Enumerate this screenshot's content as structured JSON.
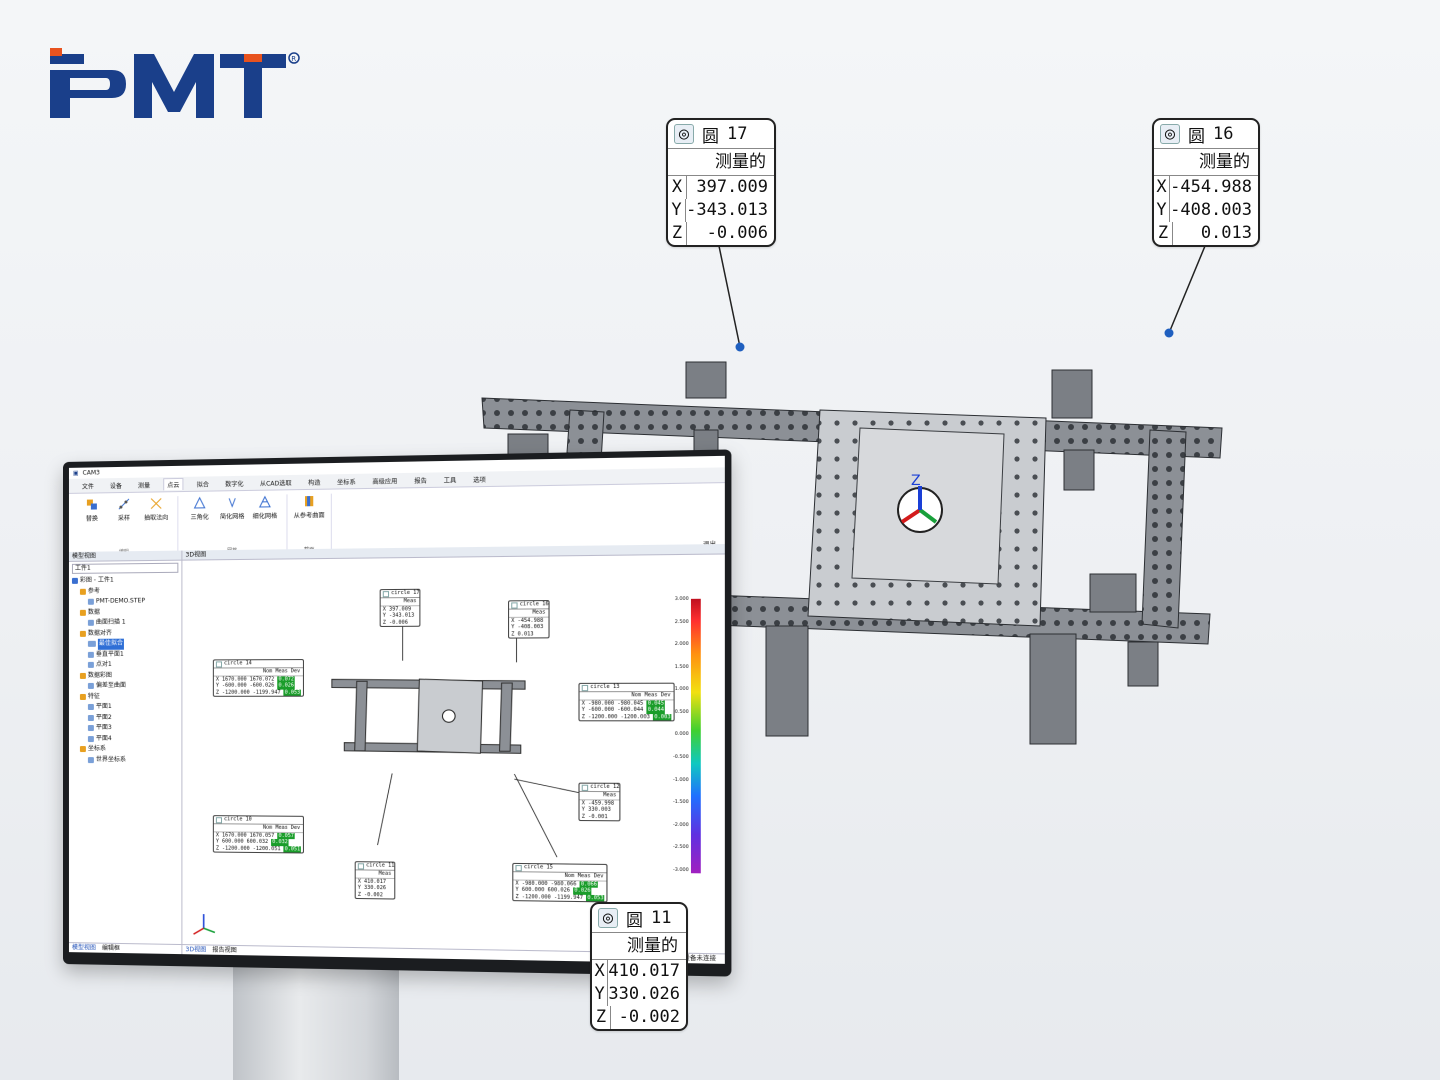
{
  "brand": {
    "logo_text": "PMT",
    "registered": "®",
    "color": "#1a3f8a",
    "accent": "#e8531f"
  },
  "callouts": [
    {
      "id": "c17",
      "title_glyph": "圆",
      "number": "17",
      "subtitle": "测量的",
      "rows": [
        {
          "k": "X",
          "v": "397.009"
        },
        {
          "k": "Y",
          "v": "-343.013"
        },
        {
          "k": "Z",
          "v": "-0.006"
        }
      ]
    },
    {
      "id": "c16",
      "title_glyph": "圆",
      "number": "16",
      "subtitle": "测量的",
      "rows": [
        {
          "k": "X",
          "v": "-454.988"
        },
        {
          "k": "Y",
          "v": "-408.003"
        },
        {
          "k": "Z",
          "v": "0.013"
        }
      ]
    },
    {
      "id": "c11",
      "title_glyph": "圆",
      "number": "11",
      "subtitle": "测量的",
      "rows": [
        {
          "k": "X",
          "v": "410.017"
        },
        {
          "k": "Y",
          "v": "330.026"
        },
        {
          "k": "Z",
          "v": "-0.002"
        }
      ]
    }
  ],
  "app": {
    "title": "CAM3",
    "menu": [
      "文件",
      "设备",
      "测量",
      "点云",
      "拟合",
      "数字化",
      "从CAD选取",
      "构造",
      "坐标系",
      "高级应用",
      "报告",
      "工具",
      "选项"
    ],
    "active_menu": "点云",
    "ribbon_groups": [
      {
        "label": "编辑",
        "buttons": [
          "替换",
          "采样",
          "抽取法向"
        ]
      },
      {
        "label": "网格",
        "buttons": [
          "三角化",
          "简化网格",
          "细化网格"
        ]
      },
      {
        "label": "截面",
        "buttons": [
          "从参考曲面"
        ]
      }
    ],
    "ribbon_right": "退出",
    "tree": {
      "header": "模型视图",
      "combo": "工件1",
      "items": [
        {
          "text": "彩图 - 工件1",
          "level": 0
        },
        {
          "text": "参考",
          "level": 1
        },
        {
          "text": "PMT-DEMO.STEP",
          "level": 2
        },
        {
          "text": "数据",
          "level": 1
        },
        {
          "text": "曲面扫描 1",
          "level": 2
        },
        {
          "text": "数据对齐",
          "level": 1
        },
        {
          "text": "最佳拟合",
          "level": 2,
          "selected": true
        },
        {
          "text": "垂直平面1",
          "level": 2
        },
        {
          "text": "点对1",
          "level": 2
        },
        {
          "text": "数据彩图",
          "level": 1
        },
        {
          "text": "偏差至曲面",
          "level": 2
        },
        {
          "text": "特征",
          "level": 1
        },
        {
          "text": "平面1",
          "level": 2
        },
        {
          "text": "平面2",
          "level": 2
        },
        {
          "text": "平面3",
          "level": 2
        },
        {
          "text": "平面4",
          "level": 2
        },
        {
          "text": "坐标系",
          "level": 1
        },
        {
          "text": "世界坐标系",
          "level": 2
        }
      ],
      "tabs": [
        "模型视图",
        "编辑框"
      ]
    },
    "view": {
      "header": "3D视图",
      "tabs": [
        "3D视图",
        "报告视图"
      ],
      "status_right": "设备未连接",
      "scale_ticks": [
        "3.000",
        "2.500",
        "2.000",
        "1.500",
        "1.000",
        "0.500",
        "0.000",
        "-0.500",
        "-1.000",
        "-1.500",
        "-2.000",
        "-2.500",
        "-3.000"
      ],
      "mini_callouts": [
        {
          "title": "circle 17",
          "cap": "Meas",
          "rows": [
            [
              "X",
              "397.009"
            ],
            [
              "Y",
              "-343.013"
            ],
            [
              "Z",
              "-0.006"
            ]
          ]
        },
        {
          "title": "circle 16",
          "cap": "Meas",
          "rows": [
            [
              "X",
              "-454.988"
            ],
            [
              "Y",
              "-408.003"
            ],
            [
              "Z",
              "0.013"
            ]
          ]
        },
        {
          "title": "circle 14",
          "cap": "Nom   Meas   Dev",
          "rows": [
            [
              "X",
              "1670.000  1670.072",
              "0.072"
            ],
            [
              "Y",
              "-600.000  -600.026",
              "0.026"
            ],
            [
              "Z",
              "-1200.000 -1199.947",
              "0.053"
            ]
          ]
        },
        {
          "title": "circle 13",
          "cap": "Nom   Meas   Dev",
          "rows": [
            [
              "X",
              "-980.000  -980.045",
              "0.045"
            ],
            [
              "Y",
              "-600.000  -600.044",
              "0.044"
            ],
            [
              "Z",
              "-1200.000 -1200.003",
              "0.003"
            ]
          ]
        },
        {
          "title": "circle 12",
          "cap": "Meas",
          "rows": [
            [
              "X",
              "-459.998"
            ],
            [
              "Y",
              "330.003"
            ],
            [
              "Z",
              "-0.001"
            ]
          ]
        },
        {
          "title": "circle 10",
          "cap": "Nom   Meas   Dev",
          "rows": [
            [
              "X",
              "1670.000  1670.057",
              "0.057"
            ],
            [
              "Y",
              "600.000  600.032",
              "0.032"
            ],
            [
              "Z",
              "-1200.000 -1200.051",
              "0.051"
            ]
          ]
        },
        {
          "title": "circle 11",
          "cap": "Meas",
          "rows": [
            [
              "X",
              "410.017"
            ],
            [
              "Y",
              "330.026"
            ],
            [
              "Z",
              "-0.002"
            ]
          ]
        },
        {
          "title": "circle 15",
          "cap": "Nom   Meas   Dev",
          "rows": [
            [
              "X",
              "-980.000  -980.066",
              "0.066"
            ],
            [
              "Y",
              "600.000  600.026",
              "0.026"
            ],
            [
              "Z",
              "-1200.000 -1199.947",
              "0.053"
            ]
          ]
        }
      ]
    }
  }
}
